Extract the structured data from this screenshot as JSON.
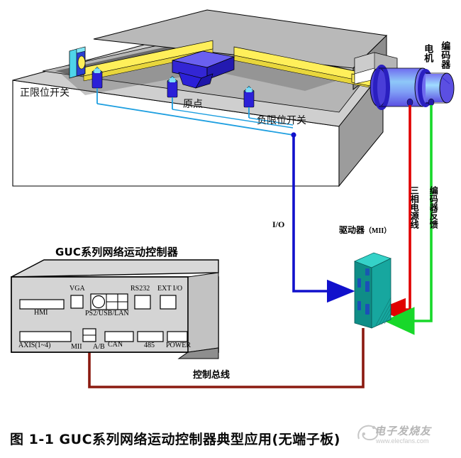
{
  "caption": "图 1-1 GUC系列网络运动控制器典型应用(无端子板)",
  "machine": {
    "labels": {
      "positive_limit_switch": "正限位开关",
      "origin_point": "原点",
      "negative_limit_switch": "负限位开关",
      "motor": "电机",
      "encoder": "编码器"
    }
  },
  "cables": {
    "io": "I/O",
    "three_phase_power": "三相电源线",
    "encoder_feedback": "编码器反馈",
    "control_bus": "控制总线"
  },
  "driver": {
    "label_cn": "驱动器",
    "label_paren": "（MII）"
  },
  "controller": {
    "title": "GUC系列网络运动控制器",
    "ports_top": [
      {
        "name": "HMI",
        "label": "HMI"
      },
      {
        "name": "VGA",
        "label": "VGA"
      },
      {
        "name": "PS2/USB/LAN",
        "label": "PS2/USB/LAN"
      },
      {
        "name": "RS232",
        "label": "RS232"
      },
      {
        "name": "EXT I/O",
        "label": "EXT  I/O"
      }
    ],
    "ports_bottom": [
      {
        "name": "AXIS",
        "label": "AXIS(1~4)"
      },
      {
        "name": "MII",
        "label": "MII"
      },
      {
        "name": "AB",
        "label": "A/B"
      },
      {
        "name": "CAN",
        "label": "CAN"
      },
      {
        "name": "485",
        "label": "485"
      },
      {
        "name": "POWER",
        "label": "POWER"
      }
    ]
  },
  "colors": {
    "io_cable": "#1111cc",
    "sensor_bus": "#1e9fe0",
    "power_cable": "#e00000",
    "encoder_cable": "#00cc22",
    "control_bus": "#8b1a10",
    "machine_body": "#c9c9c9",
    "machine_top": "#a8a8a8",
    "lead_screw": "#ffef5a",
    "carriage": "#2b20d8",
    "driver_body": "#18a8a0",
    "motor_body": "#6a66ee",
    "controller_face": "#d4d4d4"
  },
  "watermark": {
    "text": "电子发烧友",
    "sub": "www.elecfans.com"
  }
}
